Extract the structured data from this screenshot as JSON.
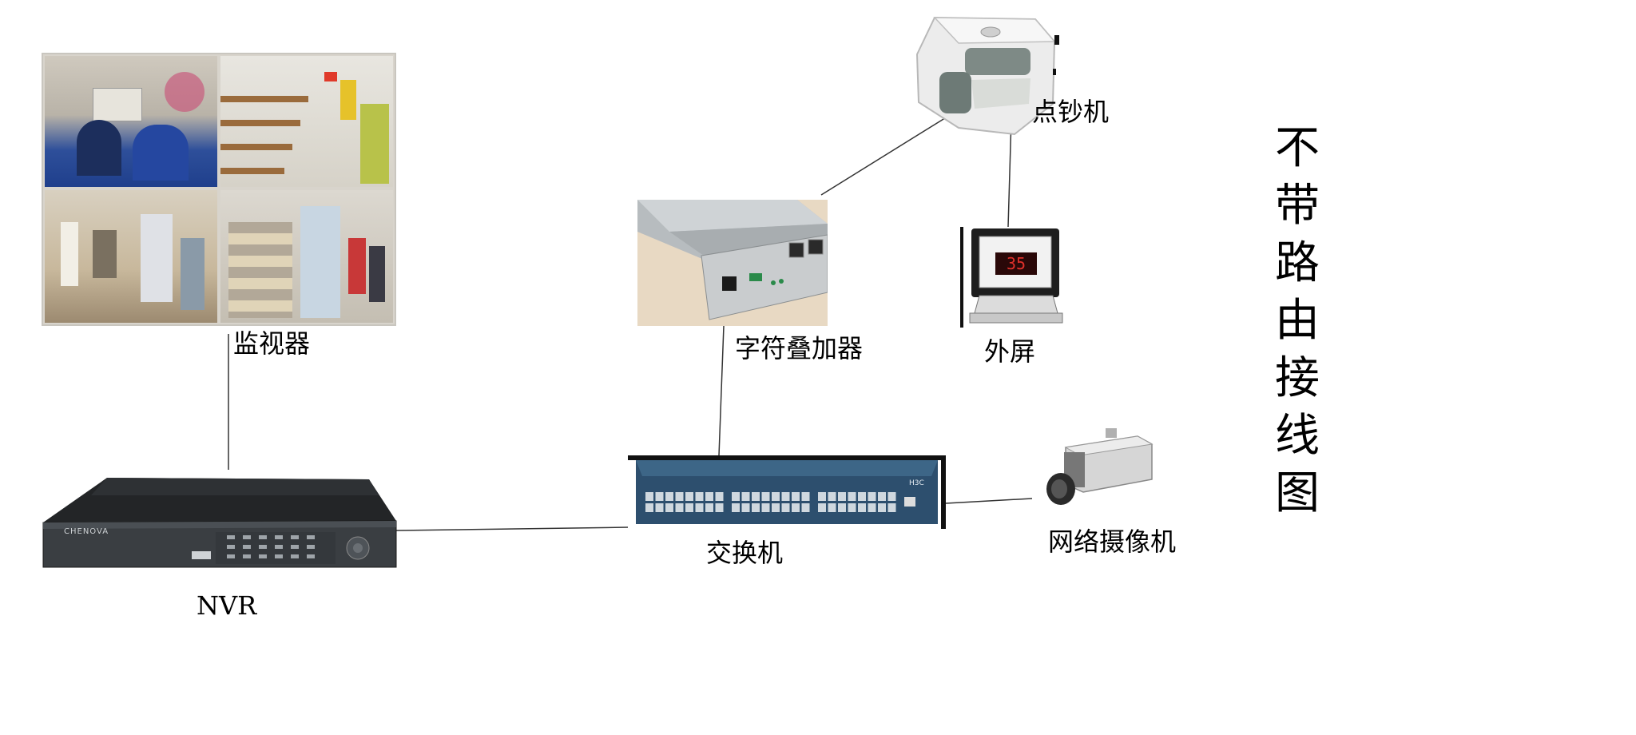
{
  "title": "不带路由接线图",
  "labels": {
    "monitor": "监视器",
    "counter": "点钞机",
    "overlay": "字符叠加器",
    "external_screen": "外屏",
    "switch": "交换机",
    "camera": "网络摄像机",
    "nvr": "NVR"
  },
  "devices": {
    "nvr_brand": "CHENOVA",
    "display_value": "35",
    "switch_brand": "H3C"
  }
}
